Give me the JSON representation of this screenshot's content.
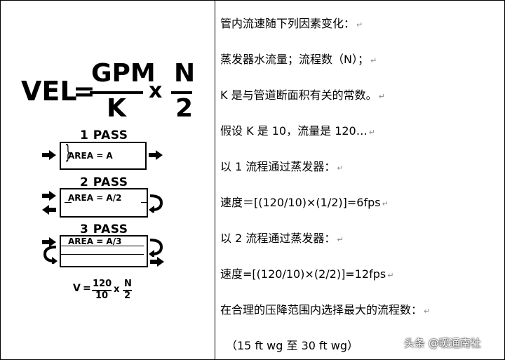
{
  "formula": {
    "lhs": "VEL",
    "eq": "=",
    "num": "GPM",
    "den": "K",
    "times": "x",
    "n_num": "N",
    "n_den": "2"
  },
  "passes": [
    {
      "title": "1 PASS",
      "area": "AREA = A"
    },
    {
      "title": "2 PASS",
      "area": "AREA = A/2"
    },
    {
      "title": "3 PASS",
      "area": "AREA = A/3"
    }
  ],
  "small_formula": {
    "v": "V",
    "eq": "=",
    "num": "120",
    "den": "10",
    "times": "x",
    "n_num": "N",
    "n_den": "2"
  },
  "text_lines": [
    "管内流速随下列因素变化：",
    "蒸发器水流量；流程数（N）；",
    "K 是与管道断面积有关的常数。",
    "假设 K 是 10，流量是 120…",
    "以 1 流程通过蒸发器：",
    "速度＝[(120/10)×(1/2)]=6fps",
    "以 2 流程通过蒸发器：",
    "速度=[(120/10)×(2/2)]=12fps",
    "在合理的压降范围内选择最大的流程数：",
    "（15 ft wg 至 30 ft wg）"
  ],
  "return_mark": "↵",
  "watermark": "头条 @暖通南社"
}
